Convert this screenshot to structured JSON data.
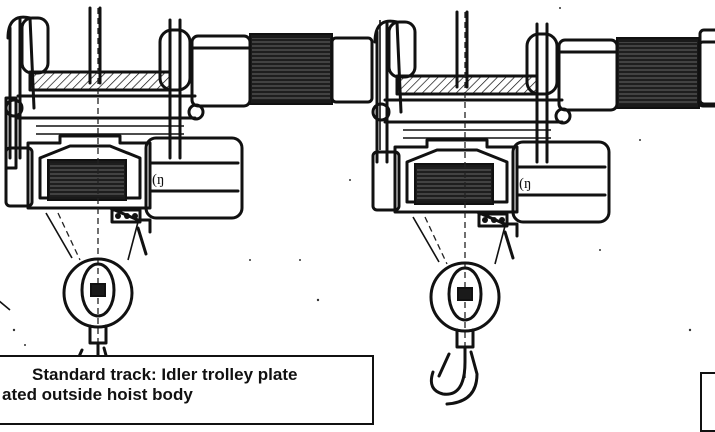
{
  "caption": {
    "line1": "Standard track:  Idler trolley plate",
    "line2": "ated outside hoist body"
  },
  "colors": {
    "ink": "#111111",
    "background": "#ffffff"
  },
  "icons": {
    "left_hoist": "electric-wire-rope-hoist-drawing",
    "right_hoist": "electric-wire-rope-hoist-drawing"
  }
}
